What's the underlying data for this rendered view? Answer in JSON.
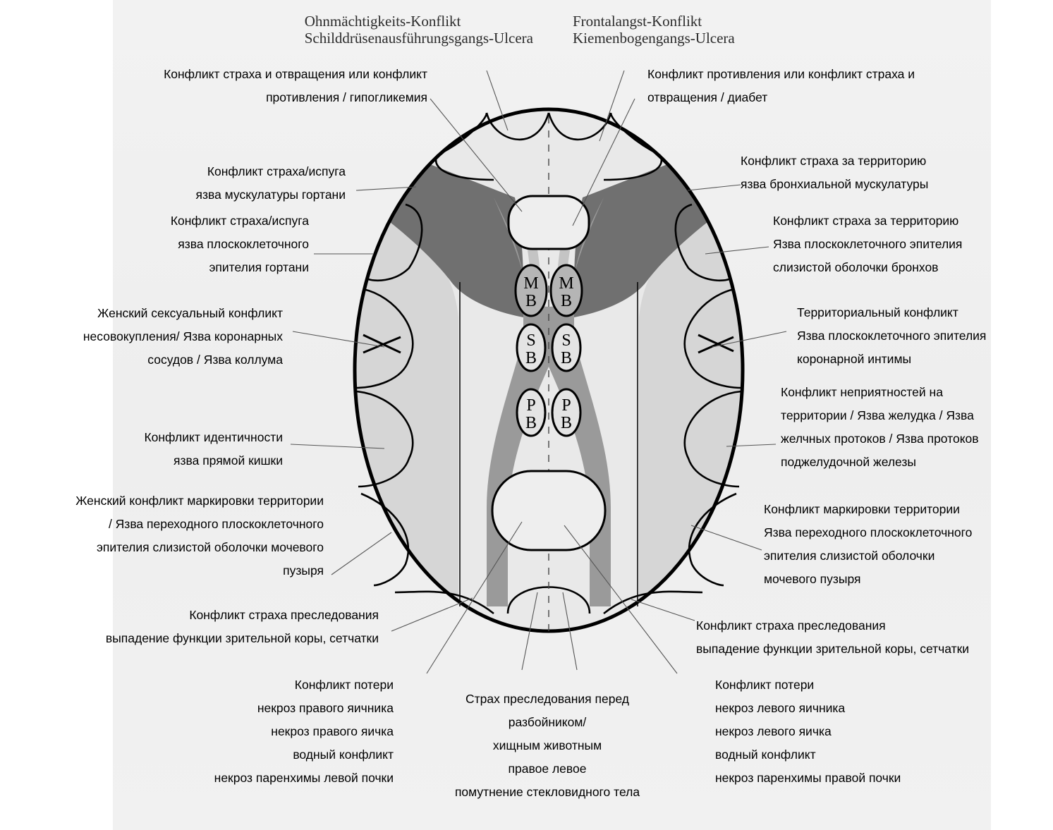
{
  "header_german": {
    "left": [
      "Ohnmächtigkeits-Konflikt",
      "Schilddrüsenausführungsgangs-Ulcera"
    ],
    "right": [
      "Frontalangst-Konflikt",
      "Kiemenbogengangs-Ulcera"
    ]
  },
  "labels": {
    "top_left": [
      "Конфликт страха и отвращения или конфликт",
      "противления / гипогликемия"
    ],
    "top_right": [
      "Конфликт противления или конфликт страха и",
      "отвращения / диабет"
    ],
    "larynx_muscle": [
      "Конфликт страха/испуга",
      "язва мускулатуры гортани"
    ],
    "bronchial_muscle": [
      "Конфликт страха за территорию",
      "язва бронхиальной мускулатуры"
    ],
    "larynx_epithelium": [
      "Конфликт страха/испуга",
      "язва плоскоклеточного",
      "эпителия гортани"
    ],
    "bronchial_epithelium": [
      "Конфликт страха за территорию",
      "Язва плоскоклеточного эпителия",
      "слизистой оболочки бронхов"
    ],
    "female_sexual": [
      "Женский сексуальный конфликт",
      "несовокупления/ Язва коронарных",
      "сосудов / Язва коллума"
    ],
    "territorial": [
      "Территориальный конфликт",
      "Язва плоскоклеточного эпителия",
      "коронарной интимы"
    ],
    "identity": [
      "Конфликт идентичности",
      "язва прямой кишки"
    ],
    "territory_trouble": [
      "Конфликт неприятностей на",
      "территории / Язва желудка / Язва",
      "желчных протоков / Язва протоков",
      "поджелудочной железы"
    ],
    "female_marking": [
      "Женский конфликт маркировки территории",
      "/ Язва переходного плоскоклеточного",
      "эпителия слизистой оболочки мочевого",
      "пузыря"
    ],
    "marking": [
      "Конфликт маркировки территории",
      "Язва переходного плоскоклеточного",
      "эпителия слизистой оболочки",
      "мочевого пузыря"
    ],
    "pursuit_left": [
      "Конфликт страха преследования",
      "выпадение функции зрительной коры, сетчатки"
    ],
    "pursuit_right": [
      "Конфликт страха преследования",
      "выпадение функции зрительной коры, сетчатки"
    ],
    "loss_left": [
      "Конфликт потери",
      "некроз правого яичника",
      "некроз правого яичка",
      "водный конфликт",
      "некроз паренхимы левой почки"
    ],
    "loss_right": [
      "Конфликт потери",
      "некроз левого яичника",
      "некроз левого яичка",
      "водный конфликт",
      "некроз паренхимы правой почки"
    ],
    "bottom_center": {
      "lines": [
        "Страх преследования перед",
        "разбойником/",
        "хищным животным"
      ],
      "right_word_left": "правое",
      "right_word_right": "левое",
      "last": "помутнение стекловидного тела"
    }
  },
  "brain_marks": {
    "mb": [
      "M",
      "B"
    ],
    "sb": [
      "S",
      "B"
    ],
    "pb": [
      "P",
      "B"
    ]
  },
  "colors": {
    "dark_region": "#6a6a6a",
    "light_region": "#d4d4d4",
    "mid_band": "#9c9c9c",
    "outline": "#000000"
  }
}
